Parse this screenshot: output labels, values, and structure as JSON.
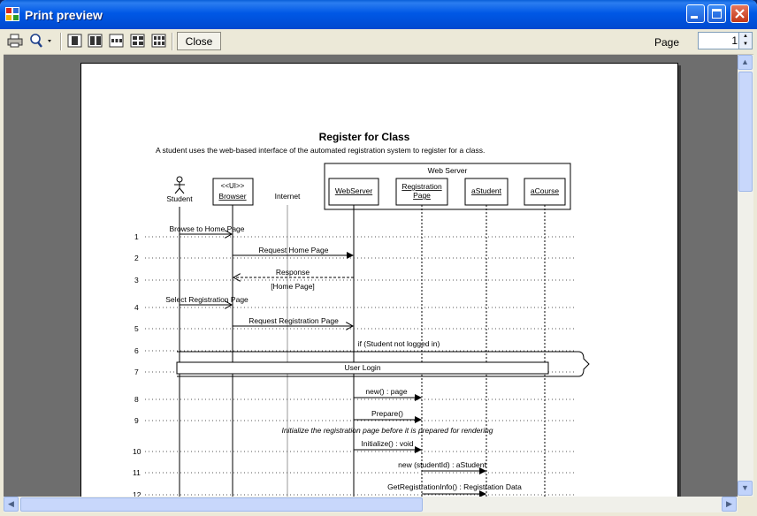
{
  "window": {
    "title": "Print preview"
  },
  "toolbar": {
    "close_label": "Close",
    "page_label": "Page",
    "page_value": "1",
    "icons": [
      "print-icon",
      "zoom-icon",
      "one-page-icon",
      "two-pages-icon",
      "three-pages-icon",
      "four-pages-icon",
      "six-pages-icon"
    ]
  },
  "diagram": {
    "title": "Register for Class",
    "subtitle": "A student uses the web-based interface of the automated registration system to register for a class.",
    "web_server_label": "Web Server",
    "actor": "Student",
    "browser_stereotype": "<<UI>>",
    "browser": "Browser",
    "internet": "Internet",
    "webserver": "WebServer",
    "reg_page_l1": "Registration",
    "reg_page_l2": "Page",
    "a_student": "aStudent",
    "a_course": "aCourse",
    "row_numbers": [
      "1",
      "2",
      "3",
      "4",
      "5",
      "6",
      "7",
      "8",
      "9",
      "10",
      "11",
      "12"
    ],
    "messages": {
      "m1": "Browse to Home Page",
      "m2": "Request Home Page",
      "m3": "Response",
      "m3b": "[Home Page]",
      "m4": "Select Registration Page",
      "m5": "Request Registration Page",
      "m6": "if (Student not logged in)",
      "m7": "User Login",
      "m8": "new() : page",
      "m9": "Prepare()",
      "note": "Initialize the registration page before it is prepared for rendering",
      "m10": "Initialize() : void",
      "m11": "new (studentId) : aStudent",
      "m12": "GetRegistrationInfo() : Registration Data"
    }
  }
}
